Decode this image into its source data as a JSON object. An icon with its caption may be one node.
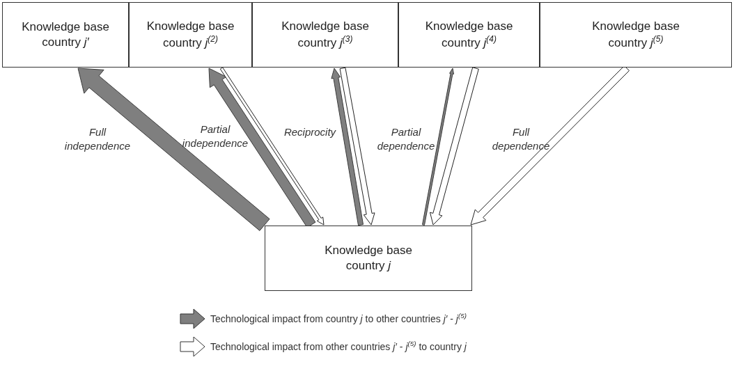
{
  "diagram": {
    "nodes": [
      {
        "text": [
          "Knowledge base country *j′*"
        ]
      },
      {
        "text": [
          "Knowledge base country *j*$^{(2)}$"
        ]
      },
      {
        "text": [
          "Knowledge base country *j*$^{(3)}$"
        ]
      },
      {
        "text": [
          "Knowledge base country *j*$^{(4)}$"
        ]
      },
      {
        "text": [
          "Knowledge base country *j*$^{(5)}$"
        ]
      },
      {
        "text": [
          "Knowledge base country *j*"
        ]
      }
    ],
    "edges": [
      {
        "from": 5,
        "to": 0,
        "arrow": "to",
        "color": "#7f7f7f",
        "label": "Full independence"
      },
      {
        "from": 5,
        "to": 1,
        "arrow": "to",
        "color": "#7f7f7f",
        "label": "Partial independence"
      },
      {
        "from": 1,
        "to": 5,
        "arrow": "to"
      },
      {
        "from": 5,
        "to": 2,
        "arrow": "to",
        "color": "#7f7f7f",
        "label": "Reciprocity"
      },
      {
        "from": 2,
        "to": 5,
        "arrow": "to"
      },
      {
        "from": 5,
        "to": 3,
        "arrow": "to",
        "color": "#7f7f7f",
        "label": "Partial dependence"
      },
      {
        "from": 3,
        "to": 5,
        "arrow": "to"
      },
      {
        "from": 4,
        "to": 5,
        "arrow": "to",
        "label": "Full dependence"
      }
    ],
    "legend": [
      {
        "text": "Technological impact from country *j* to other countries *j′* - *j*$^{(5)}$",
        "color": "#7f7f7f"
      },
      {
        "text": "Technological impact from other countries *j′* - *j*$^{(5)}$ to country *j*",
        "color": "#ffffff"
      }
    ]
  }
}
